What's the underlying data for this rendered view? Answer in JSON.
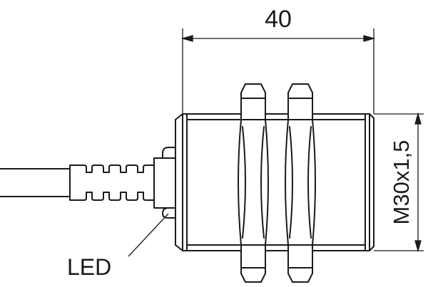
{
  "diagram": {
    "dimension_length": "40",
    "dimension_thread": "M30x1,5",
    "led_label": "LED"
  },
  "colors": {
    "line": "#1a1a1a",
    "background": "#ffffff"
  }
}
